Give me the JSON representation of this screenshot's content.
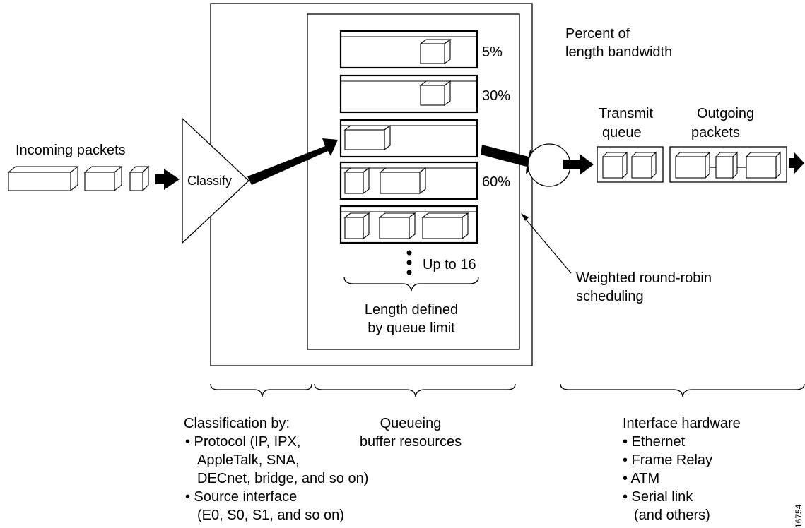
{
  "title_bandwidth": [
    "Percent of",
    "length bandwidth"
  ],
  "percentages": {
    "q1": "5%",
    "q2": "30%",
    "q4": "60%"
  },
  "incoming_label": "Incoming packets",
  "classify_label": "Classify",
  "up_to_label": "Up to 16",
  "length_defined": [
    "Length defined",
    "by queue limit"
  ],
  "weighted_label": [
    "Weighted round-robin",
    "scheduling"
  ],
  "transmit_queue": [
    "Transmit",
    "queue"
  ],
  "outgoing_packets": [
    "Outgoing",
    "packets"
  ],
  "classification": {
    "heading": "Classification by:",
    "lines": [
      "• Protocol (IP, IPX,",
      "AppleTalk, SNA,",
      "DECnet, bridge, and so on)",
      "• Source interface",
      "(E0, S0, S1, and so on)"
    ]
  },
  "queueing": [
    "Queueing",
    "buffer resources"
  ],
  "interface": {
    "heading": "Interface hardware",
    "lines": [
      "• Ethernet",
      "• Frame Relay",
      "• ATM",
      "• Serial link",
      "(and others)"
    ]
  },
  "figure_id": "16754"
}
